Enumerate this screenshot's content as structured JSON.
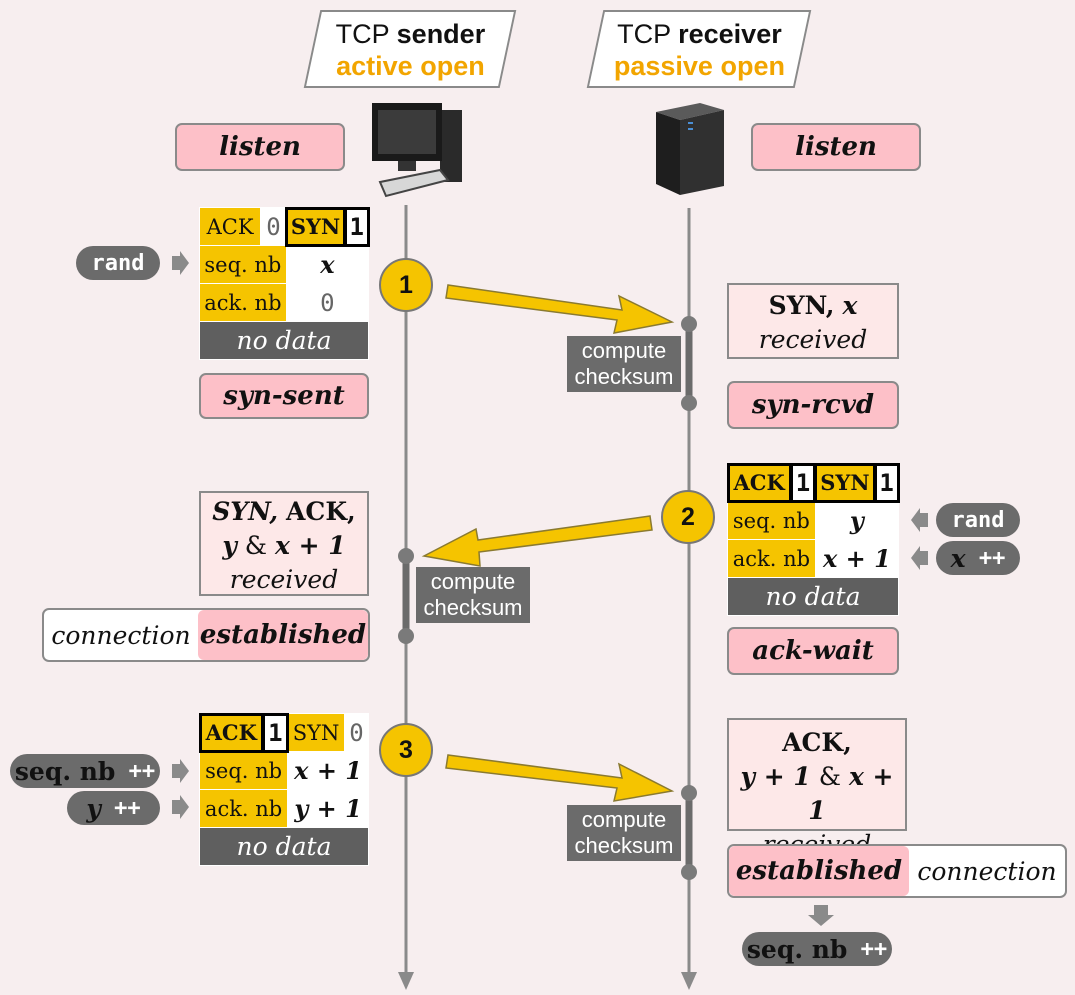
{
  "sender": {
    "prefix": "TCP",
    "role": "sender",
    "mode": "active open"
  },
  "receiver": {
    "prefix": "TCP",
    "role": "receiver",
    "mode": "passive open"
  },
  "states": {
    "sender_listen": "listen",
    "receiver_listen": "listen",
    "syn_sent": "syn-sent",
    "syn_rcvd": "syn-rcvd",
    "ack_wait": "ack-wait",
    "established": "established",
    "connection": "connection"
  },
  "steps": [
    "1",
    "2",
    "3"
  ],
  "compute_checksum": [
    "compute",
    "checksum"
  ],
  "packet1": {
    "ack_label": "ACK",
    "ack_val": "0",
    "syn_label": "SYN",
    "syn_val": "1",
    "seq_label": "seq. nb",
    "seq_val": "x",
    "acknb_label": "ack. nb",
    "acknb_val": "0",
    "data": "no data"
  },
  "packet2": {
    "ack_label": "ACK",
    "ack_val": "1",
    "syn_label": "SYN",
    "syn_val": "1",
    "seq_label": "seq. nb",
    "seq_val": "y",
    "acknb_label": "ack. nb",
    "acknb_val": "x + 1",
    "data": "no data"
  },
  "packet3": {
    "ack_label": "ACK",
    "ack_val": "1",
    "syn_label": "SYN",
    "syn_val": "0",
    "seq_label": "seq. nb",
    "seq_val": "x + 1",
    "acknb_label": "ack. nb",
    "acknb_val": "y + 1",
    "data": "no data"
  },
  "notes": {
    "n1_l1": "SYN,",
    "n1_var": "x",
    "n1_l2": "received",
    "n2_l1a": "SYN,",
    "n2_l1b": "ACK,",
    "n2_y": "y",
    "n2_amp": "&",
    "n2_x": "x + 1",
    "n2_l3": "received",
    "n3_l1": "ACK,",
    "n3_y": "y + 1",
    "n3_amp": "&",
    "n3_x": "x + 1",
    "n3_l3": "received"
  },
  "tags": {
    "rand": "rand",
    "plusplus": "++",
    "x": "x",
    "y": "y",
    "seqnb": "seq. nb"
  },
  "colors": {
    "accent": "#f5c400",
    "state": "#fdc0c8",
    "note": "#fde8e8",
    "background": "#f7eeef"
  }
}
